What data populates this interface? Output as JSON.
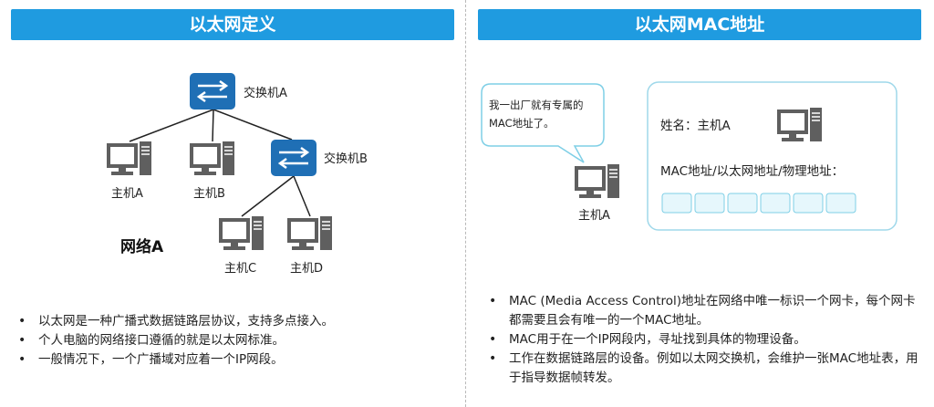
{
  "left": {
    "title": "以太网定义",
    "switch_a": "交换机A",
    "switch_b": "交换机B",
    "host_a": "主机A",
    "host_b": "主机B",
    "host_c": "主机C",
    "host_d": "主机D",
    "network_label": "网络A",
    "bullets": [
      "以太网是一种广播式数据链路层协议，支持多点接入。",
      "个人电脑的网络接口遵循的就是以太网标准。",
      "一般情况下，一个广播域对应着一个IP网段。"
    ]
  },
  "right": {
    "title": "以太网MAC地址",
    "bubble_line1": "我一出厂就有专属的",
    "bubble_line2": "MAC地址了。",
    "host_label": "主机A",
    "card_name": "姓名：主机A",
    "card_mac": "MAC地址/以太网地址/物理地址：",
    "bullets": [
      "MAC (Media Access Control)地址在网络中唯一标识一个网卡，每个网卡都需要且会有唯一的一个MAC地址。",
      "MAC用于在一个IP网段内，寻址找到具体的物理设备。",
      "工作在数据链路层的设备。例如以太网交换机，会维护一张MAC地址表，用于指导数据帧转发。"
    ]
  },
  "colors": {
    "header_bg": "#1f9be0",
    "switch_blue": "#1f6fb5",
    "pc_gray": "#5f5f5f",
    "bubble_border": "#7fcfe6",
    "mac_cell_fill": "#e6f7fc"
  },
  "icons": [
    "switch-icon",
    "computer-icon"
  ]
}
